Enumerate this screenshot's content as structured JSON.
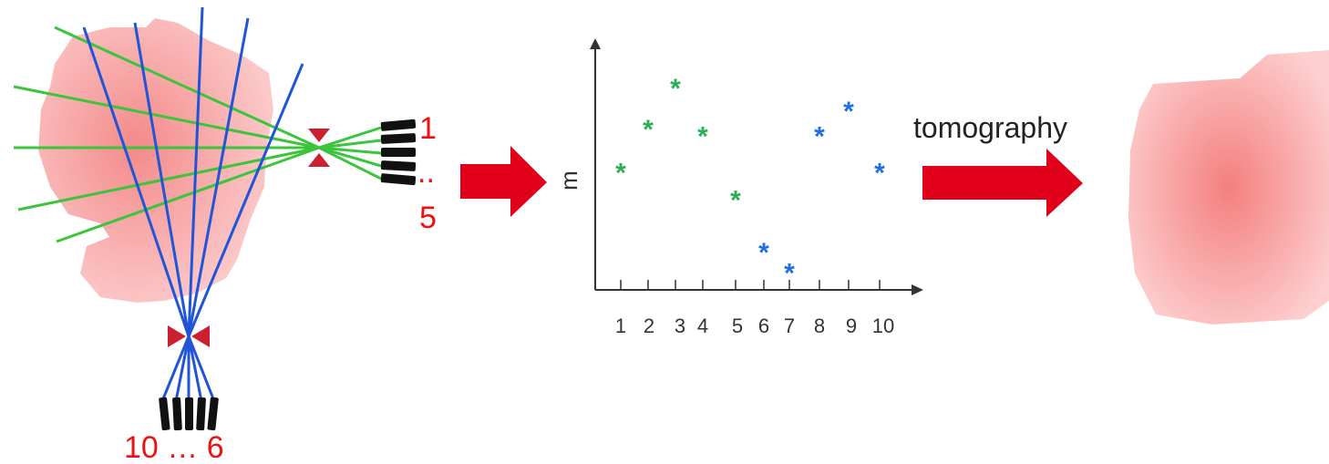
{
  "colors": {
    "green_rays": "#3cc43c",
    "blue_rays": "#1f55d6",
    "label_red": "#ee1111",
    "arrow_red": "#e0001a",
    "tissue_pink": "#f9b4b4",
    "tissue_center": "#f48a8a",
    "green_points": "#2aaf54",
    "blue_points": "#1f6fe0",
    "detector": "#111111",
    "source_red": "#cc1f2f"
  },
  "left_diagram": {
    "right_detector_labels": {
      "top": "1",
      "dots": "..",
      "bottom": "5"
    },
    "bottom_detector_label": "10 … 6"
  },
  "chart_data": {
    "type": "scatter",
    "ylabel": "m",
    "xlabel": "",
    "x_ticks": [
      "1",
      "2",
      "3",
      "4",
      "5",
      "6",
      "7",
      "8",
      "9",
      "10"
    ],
    "marker": "*",
    "ylim": [
      0,
      10
    ],
    "series": [
      {
        "color": "#2aaf54",
        "x": [
          1,
          2,
          3,
          4,
          5
        ],
        "y": [
          5.3,
          7.2,
          9.0,
          6.9,
          4.1
        ]
      },
      {
        "color": "#1f6fe0",
        "x": [
          6,
          7,
          8,
          9,
          10
        ],
        "y": [
          1.8,
          0.9,
          6.9,
          8.0,
          5.3
        ]
      }
    ]
  },
  "process_label": "tomography"
}
